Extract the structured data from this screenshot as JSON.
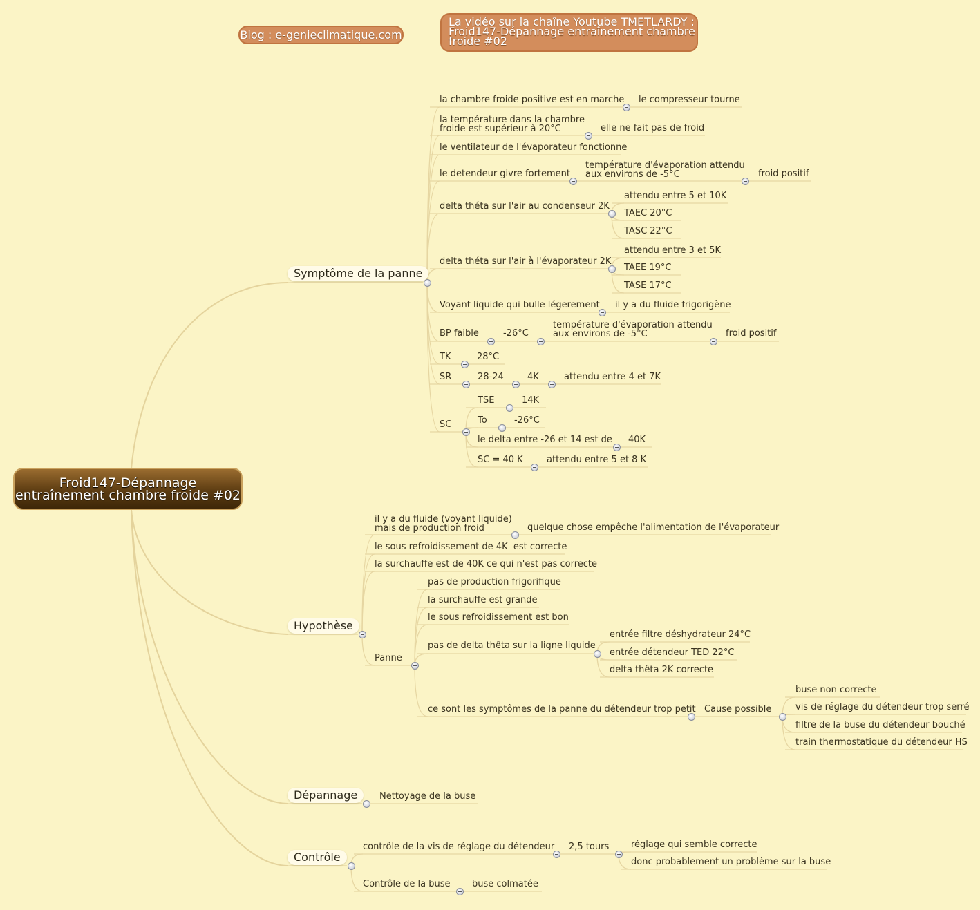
{
  "root": {
    "line1": "Froid147-Dépannage",
    "line2": "entraînement chambre froide #02"
  },
  "blog": "Blog : e-genieclimatique.com",
  "video": {
    "line1": "La vidéo sur la chaîne Youtube TMETLARDY :",
    "line2": "Froid147-Dépannage entraînement chambre",
    "line3": "froide #02"
  },
  "branches": {
    "symptome": "Symptôme de la panne",
    "hypothese": "Hypothèse",
    "depannage": "Dépannage",
    "controle": "Contrôle"
  },
  "symptome": {
    "s1": "la chambre froide positive est en marche",
    "s1a": "le compresseur tourne",
    "s2": "la température dans la chambre\nfroide est supérieur à 20°C",
    "s2a": "elle ne fait pas de froid",
    "s3": "le ventilateur de l'évaporateur fonctionne",
    "s4": "le detendeur givre fortement",
    "s4a": "température d'évaporation attendu\naux environs de -5°C",
    "s4b": "froid positif",
    "s5": "delta théta sur l'air au condenseur 2K",
    "s5a": "attendu entre 5 et 10K",
    "s5b": "TAEC 20°C",
    "s5c": "TASC 22°C",
    "s6": "delta théta sur l'air à l'évaporateur 2K",
    "s6a": "attendu entre 3 et 5K",
    "s6b": "TAEE 19°C",
    "s6c": "TASE 17°C",
    "s7": "Voyant liquide qui bulle légerement",
    "s7a": "il y a du fluide frigorigène",
    "s8": "BP faible",
    "s8a": "-26°C",
    "s8b": "température d'évaporation attendu\naux environs de -5°C",
    "s8c": "froid positif",
    "s9": "TK",
    "s9a": "28°C",
    "s10": "SR",
    "s10a": "28-24",
    "s10b": "4K",
    "s10c": "attendu entre 4 et 7K",
    "s11": "SC",
    "s11a": "TSE",
    "s11a1": "14K",
    "s11b": "To",
    "s11b1": "-26°C",
    "s11c": "le delta entre -26 et 14 est de",
    "s11c1": "40K",
    "s11d": "SC = 40 K",
    "s11d1": "attendu entre 5 et 8 K"
  },
  "hypothese": {
    "h1": "il y a du fluide (voyant liquide)\nmais de production froid",
    "h1a": "quelque chose empêche l'alimentation de l'évaporateur",
    "h2": "le sous refroidissement de 4K  est correcte",
    "h3": "la surchauffe est de 40K ce qui n'est pas correcte",
    "panne": "Panne",
    "p1": "pas de production frigorifique",
    "p2": "la surchauffe est grande",
    "p3": "le sous refroidissement est bon",
    "p4": "pas de delta thêta sur la ligne liquide",
    "p4a": "entrée filtre déshydrateur 24°C",
    "p4b": "entrée détendeur TED 22°C",
    "p4c": "delta thêta 2K correcte",
    "p5": "ce sont les symptômes de la panne du détendeur trop petit",
    "p5a": "Cause possible",
    "c1": "buse non correcte",
    "c2": "vis de réglage du détendeur trop serré",
    "c3": "filtre de la buse du détendeur bouché",
    "c4": "train thermostatique du détendeur HS"
  },
  "depannage": {
    "d1": "Nettoyage de la buse"
  },
  "controle": {
    "k1": "contrôle de la vis de réglage du détendeur",
    "k1a": "2,5 tours",
    "k1b": "réglage qui semble correcte",
    "k1c": "donc probablement un problème sur la buse",
    "k2": "Contrôle de la buse",
    "k2a": "buse colmatée"
  }
}
